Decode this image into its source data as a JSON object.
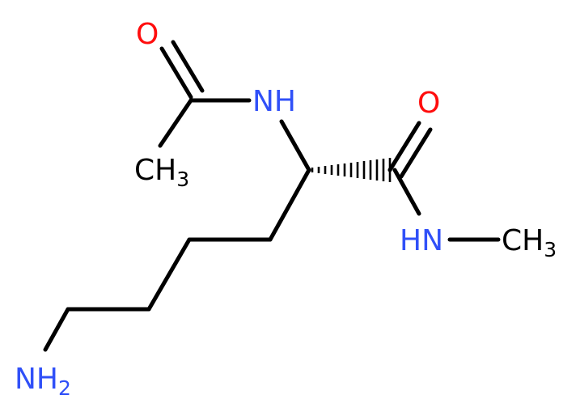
{
  "colors": {
    "carbon": "#000000",
    "oxygen": "#ff0d0d",
    "nitrogen": "#3050f8",
    "background": "#ffffff"
  },
  "atoms": {
    "acetyl_o": {
      "symbol": "O"
    },
    "acetyl_ch3": {
      "symbol": "CH",
      "sub": "3"
    },
    "amide_nh": {
      "symbol": "NH"
    },
    "carbonyl_o": {
      "symbol": "O"
    },
    "methylamide_nh": {
      "symbol": "HN"
    },
    "n_methyl": {
      "symbol": "CH",
      "sub": "3"
    },
    "terminal_nh2": {
      "symbol": "NH",
      "sub": "2"
    }
  }
}
